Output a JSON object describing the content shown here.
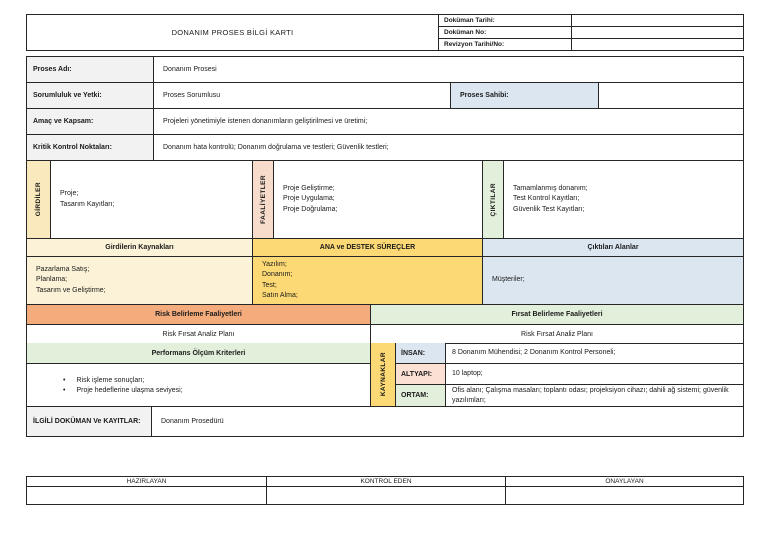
{
  "colors": {
    "border": "#262626",
    "label_gray": "#F2F2F2",
    "amber": "#FAE9BC",
    "cream": "#FBF2D8",
    "gold": "#FCD975",
    "salmon_dark": "#F8DCCB",
    "salmon": "#FBE0D3",
    "green": "#E2EFDA",
    "blue": "#DCE6F1",
    "orange": "#F5AC7D"
  },
  "doc_header": {
    "title": "DONANIM PROSES BİLGİ KARTI",
    "fields": [
      {
        "label": "Doküman Tarihi:",
        "value": ""
      },
      {
        "label": "Doküman No:",
        "value": ""
      },
      {
        "label": "Revizyon Tarihi/No:",
        "value": ""
      }
    ]
  },
  "info": {
    "proses_adi": {
      "label": "Proses Adı:",
      "value": "Donanım Prosesi"
    },
    "sorumluluk": {
      "label": "Sorumluluk ve Yetki:",
      "value": "Proses Sorumlusu",
      "owner_label": "Proses Sahibi:",
      "owner_value": ""
    },
    "amac": {
      "label": "Amaç ve Kapsam:",
      "value": "Projeleri yönetimiyle istenen donanımların geliştirilmesi ve üretimi;"
    },
    "kritik": {
      "label": "Kritik Kontrol Noktaları:",
      "value": "Donanım hata kontrolü; Donanım doğrulama ve testleri; Güvenlik testleri;"
    }
  },
  "flow": {
    "inputs_label": "GİRDİLER",
    "inputs_content": "Proje;\nTasarım Kayıtları;",
    "activities_label": "FAALİYETLER",
    "activities_content": "Proje Geliştirme;\nProje Uygulama;\nProje Doğrulama;",
    "outputs_label": "ÇIKTILAR",
    "outputs_content": "Tamamlanmış donanım;\nTest Kontrol Kayıtları;\nGüvenlik Test Kayıtları;",
    "sources_header": "Girdilerin Kaynakları",
    "sources_content": "Pazarlama Satış;\nPlanlama;\nTasarım ve Geliştirme;",
    "processes_header": "ANA ve DESTEK SÜREÇLER",
    "processes_content": "Yazılım;\nDonanım;\nTest;\nSatın Alma;",
    "receivers_header": "Çıktıları Alanlar",
    "receivers_content": "Müşteriler;"
  },
  "risk": {
    "risk_header": "Risk Belirleme Faaliyetleri",
    "risk_value": "Risk Fırsat Analiz Planı",
    "opportunity_header": "Fırsat Belirleme Faaliyetleri",
    "opportunity_value": "Risk Fırsat Analiz Planı"
  },
  "performance": {
    "header": "Performans Ölçüm Kriterleri",
    "bullets": [
      "Risk işleme sonuçları;",
      "Proje hedeflerine ulaşma seviyesi;"
    ]
  },
  "resources": {
    "label": "KAYNAKLAR",
    "rows": [
      {
        "label": "İNSAN:",
        "value": "8 Donanım Mühendisi; 2 Donanım Kontrol Personeli;"
      },
      {
        "label": "ALTYAPI:",
        "value": "10 laptop;"
      },
      {
        "label": "ORTAM:",
        "value": "Ofis alanı; Çalışma masaları; toplantı odası; projeksiyon cihazı; dahili ağ sistemi; güvenlik yazılımları;"
      }
    ]
  },
  "related": {
    "label": "İLGİLİ DOKÜMAN Ve KAYITLAR:",
    "value": "Donanım Prosedürü"
  },
  "signoff": {
    "columns": [
      "HAZIRLAYAN",
      "KONTROL EDEN",
      "ONAYLAYAN"
    ],
    "values": [
      "",
      "",
      ""
    ]
  }
}
